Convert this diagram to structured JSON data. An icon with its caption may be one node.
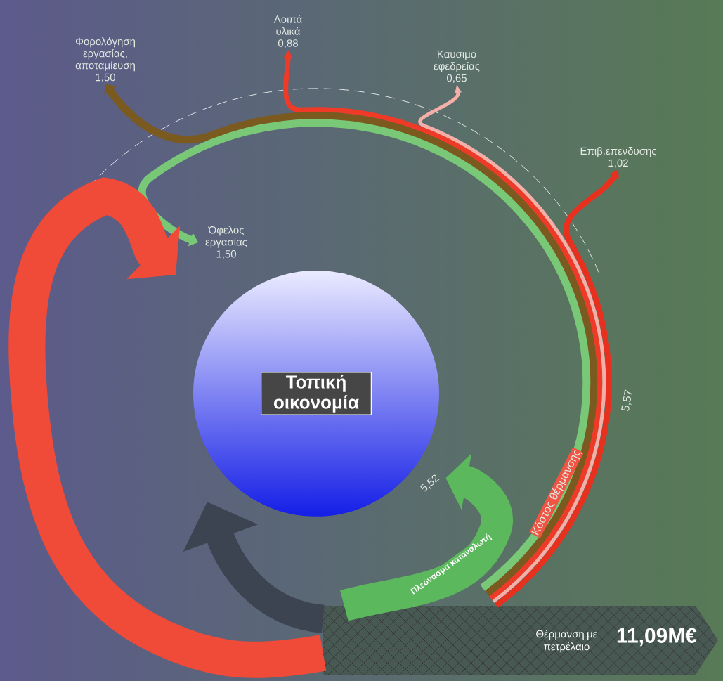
{
  "diagram": {
    "nodes": [
      {
        "text": [
          "Τοπική οικονομία"
        ]
      },
      {
        "text": [
          "Θέρμανση με πετρέλαιο",
          "11,09Μ€"
        ]
      },
      {
        "text": [
          "Φορολόγηση εργασίας, αποταμίευση",
          "1,50"
        ]
      },
      {
        "text": [
          "Λοιπά υλικά",
          "0,88"
        ]
      },
      {
        "text": [
          "Καυσιμο εφεδρείας",
          "0,65"
        ]
      },
      {
        "text": [
          "Επιβ.επενδυσης",
          "1,02"
        ]
      },
      {
        "text": [
          "Όφελος εργασίας",
          "1,50"
        ]
      },
      {
        "text": [
          "5,52"
        ]
      }
    ],
    "edges": [
      {
        "from": 1,
        "to": 2,
        "arrow": "to",
        "color": "#7a5a1e"
      },
      {
        "from": 1,
        "to": 3,
        "arrow": "to",
        "color": "#f03a28"
      },
      {
        "from": 1,
        "to": 4,
        "arrow": "to",
        "color": "#f4b0a8"
      },
      {
        "from": 1,
        "to": 5,
        "arrow": "to",
        "color": "#e8301e"
      },
      {
        "from": 1,
        "to": 6,
        "arrow": "to",
        "color": "#78c878"
      },
      {
        "from": 1,
        "to": 7,
        "arrow": "to",
        "label": "Πλεόνασμα καταναλωτή",
        "style": "thick",
        "color": "#5cb85c"
      },
      {
        "from": 1,
        "to": null,
        "arrow": "to",
        "style": "thick",
        "color": "#f04a38"
      },
      {
        "from": 1,
        "to": null,
        "arrow": "to",
        "style": "thick",
        "color": "#3c4452"
      }
    ],
    "labels": [
      "5,57",
      "Κόστος θέρμανσης"
    ]
  }
}
